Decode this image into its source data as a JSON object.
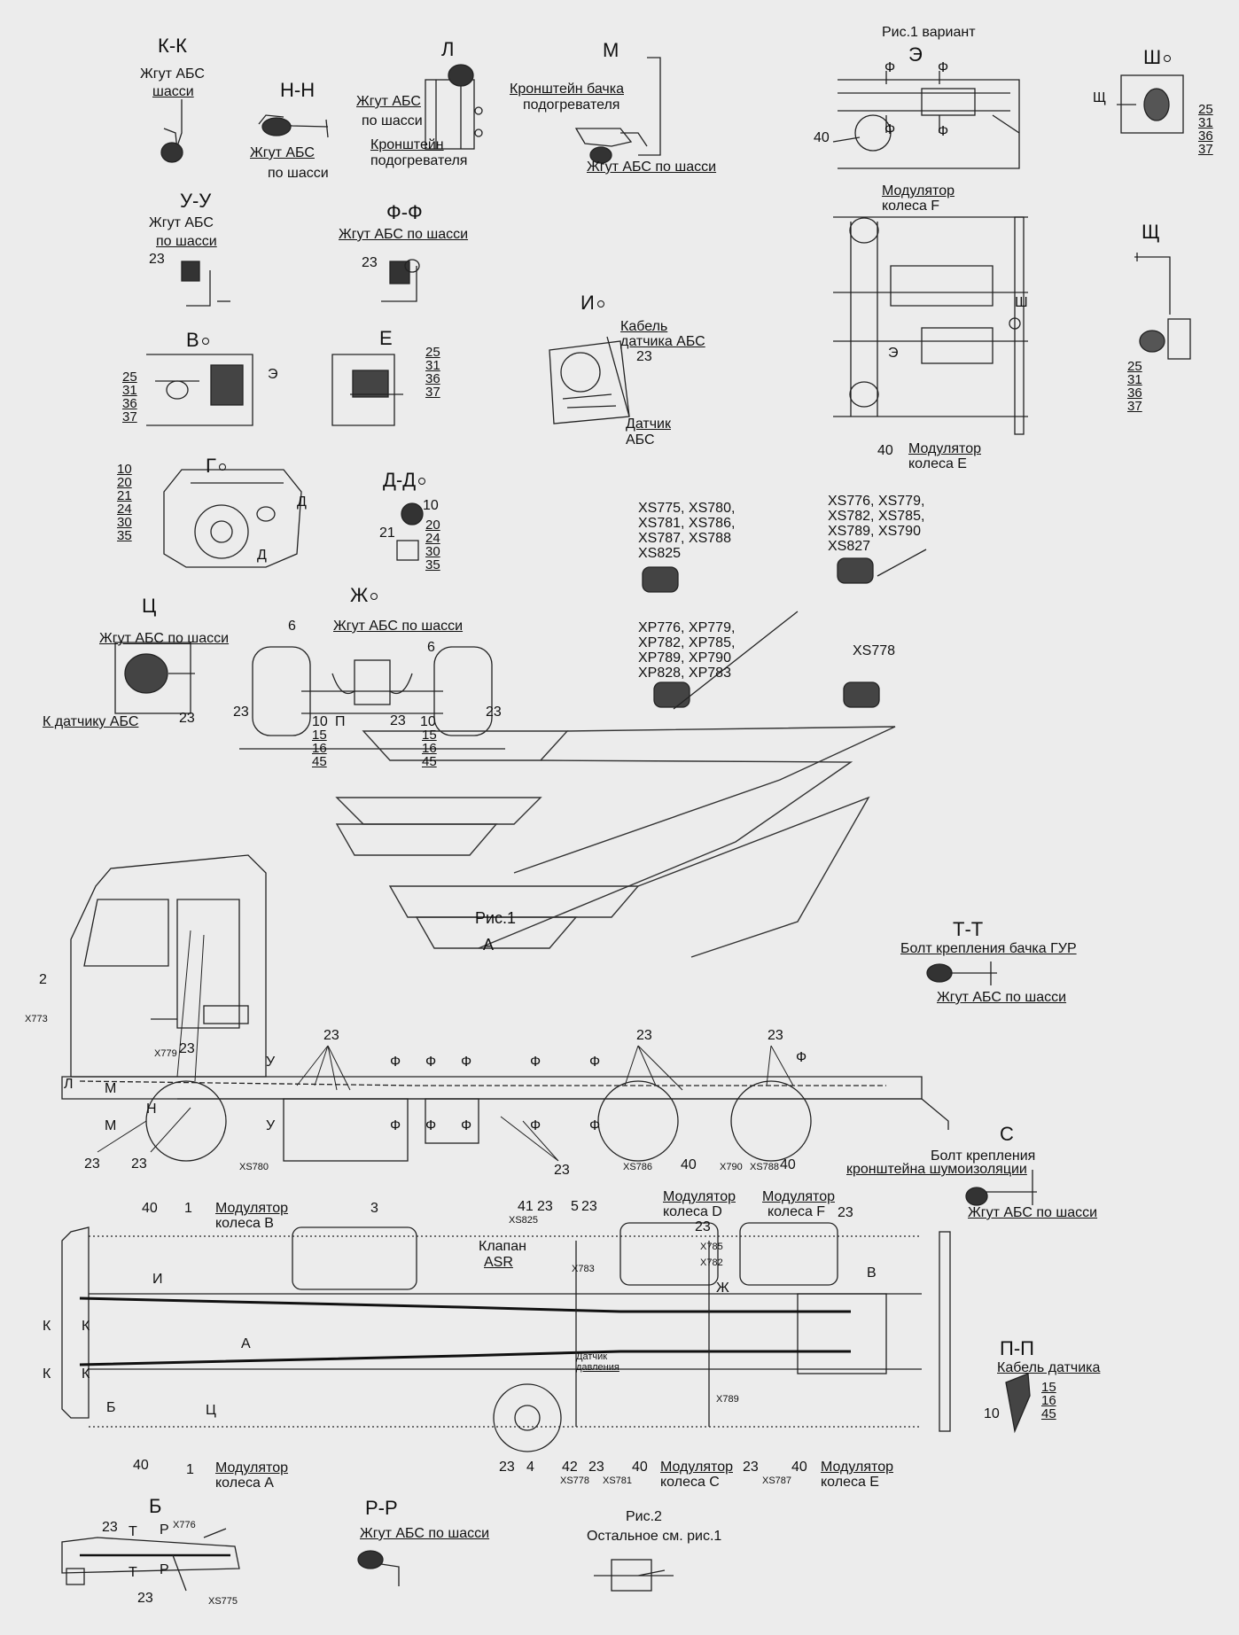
{
  "sections": {
    "kk": "К-К",
    "nn": "Н-Н",
    "l": "Л",
    "m": "М",
    "fig1_variant": "Рис.1 вариант",
    "e_cyr": "Э",
    "sh": "Ш",
    "uu": "У-У",
    "ff": "Ф-Ф",
    "i": "И",
    "shch": "Щ",
    "v": "В",
    "e": "Е",
    "g": "Г",
    "dd": "Д-Д",
    "ts": "Ц",
    "zh": "Ж",
    "tt": "Т-Т",
    "s": "С",
    "b": "Б",
    "rr": "Р-Р",
    "pp": "П-П",
    "fig1": "Рис.1",
    "a": "А",
    "fig2": "Рис.2",
    "fig2_note": "Остальное см. рис.1"
  },
  "labels": {
    "abs_harness": "Жгут АБС",
    "chassis": "шасси",
    "on_chassis": "по шасси",
    "abs_harness_on_chassis": "Жгут АБС по шасси",
    "heater_bracket_1": "Кронштейн",
    "heater_bracket_2": "подогревателя",
    "heater_tank_bracket_1": "Кронштейн бачка",
    "heater_tank_bracket_2": "подогревателя",
    "abs_cable_1": "Кабель",
    "abs_cable_2": "датчика АБС",
    "abs_sensor_1": "Датчик",
    "abs_sensor_2": "АБС",
    "modulator": "Модулятор",
    "wheel_f": "колеса F",
    "wheel_e": "колеса E",
    "wheel_b": "колеса B",
    "wheel_a": "колеса A",
    "wheel_c": "колеса C",
    "wheel_d": "колеса D",
    "to_abs_sensor": "К датчику АБС",
    "gur_bolt": "Болт крепления бачка ГУР",
    "bolt_1": "Болт крепления",
    "bolt_2": "кронштейна шумоизоляции",
    "sensor_cable": "Кабель датчика",
    "asr_valve_1": "Клапан",
    "asr_valve_2": "ASR",
    "pressure_sensor_1": "Датчик",
    "pressure_sensor_2": "давления"
  },
  "connectors": {
    "group1": [
      "XS775, XS780,",
      "XS781, XS786,",
      "XS787, XS788",
      "XS825"
    ],
    "group2": [
      "XS776, XS779,",
      "XS782, XS785,",
      "XS789, XS790",
      "XS827"
    ],
    "group3": [
      "XP776, XP779,",
      "XP782, XP785,",
      "XP789, XP790",
      "XP828, XP783"
    ],
    "xs778": "XS778",
    "x773": "X773",
    "x779": "X779",
    "xs780": "XS780",
    "xs786": "XS786",
    "x790": "X790",
    "xs788": "XS788",
    "xs825": "XS825",
    "x783": "X783",
    "x785": "X785",
    "x782": "X782",
    "x789": "X789",
    "xs778b": "XS778",
    "xs781": "XS781",
    "xs787": "XS787",
    "x776": "X776",
    "xs775": "XS775"
  },
  "stacks": {
    "s25": [
      "25",
      "31",
      "36",
      "37"
    ],
    "g": [
      "10",
      "20",
      "21",
      "24",
      "30",
      "35"
    ],
    "dd": [
      "20",
      "24",
      "30",
      "35"
    ],
    "zh": [
      "15",
      "16",
      "45"
    ],
    "pp": [
      "15",
      "16",
      "45"
    ]
  },
  "numbers": {
    "n1": "1",
    "n2": "2",
    "n3": "3",
    "n4": "4",
    "n5": "5",
    "n6": "6",
    "n10": "10",
    "n21": "21",
    "n23": "23",
    "n40": "40",
    "n41": "41",
    "n42": "42",
    "n25": "25"
  },
  "markers": {
    "f": "Ф",
    "u": "У",
    "l": "Л",
    "m": "М",
    "n": "Н",
    "k": "К",
    "i": "И",
    "ts": "Ц",
    "b": "Б",
    "e": "Э",
    "shch": "Щ",
    "sh": "Ш",
    "d": "Д",
    "p": "П",
    "zh": "Ж",
    "v": "В",
    "t": "Т",
    "r": "Р",
    "a": "А"
  }
}
